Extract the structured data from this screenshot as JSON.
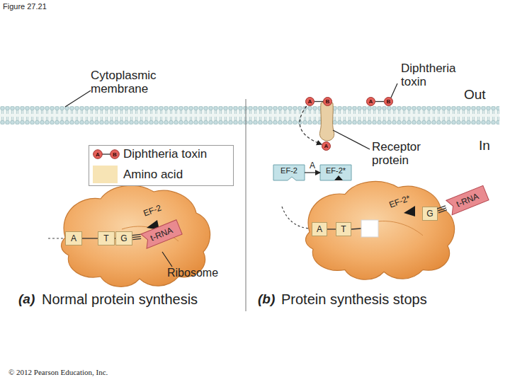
{
  "diagram": {
    "title": "Figure 27.21",
    "nodes": [
      {
        "text": [
          "A"
        ]
      },
      {
        "text": [
          "B"
        ]
      },
      {
        "text": [
          "A"
        ]
      },
      {
        "text": [
          "B"
        ]
      },
      {
        "text": [
          "A"
        ]
      },
      {
        "text": [
          "EF-2"
        ]
      },
      {
        "text": [
          "EF-2*"
        ]
      },
      {
        "text": [
          "A"
        ]
      },
      {
        "text": [
          "T"
        ]
      },
      {
        "text": [
          "G"
        ]
      },
      {
        "text": [
          "t-RNA"
        ]
      },
      {
        "text": [
          "A"
        ]
      },
      {
        "text": [
          "T"
        ]
      },
      {
        "text": [
          "G"
        ]
      },
      {
        "text": [
          "t-RNA"
        ]
      }
    ],
    "edges": [
      {
        "from": 0,
        "to": 1,
        "arrow": "none"
      },
      {
        "from": 2,
        "to": 3,
        "arrow": "none"
      },
      {
        "from": 0,
        "to": 4,
        "arrow": "to"
      },
      {
        "from": 5,
        "to": 6,
        "label": "A",
        "arrow": "to"
      },
      {
        "from": 7,
        "to": 8,
        "arrow": "none"
      },
      {
        "from": 8,
        "to": 9,
        "arrow": "none"
      },
      {
        "from": 9,
        "to": 10,
        "arrow": "none"
      },
      {
        "from": 11,
        "to": 12,
        "arrow": "none"
      },
      {
        "from": 13,
        "to": 14,
        "arrow": "none"
      }
    ],
    "labels": [
      "Cytoplasmic membrane",
      "Diphtheria toxin",
      "Out",
      "In",
      "Receptor protein",
      "A",
      "B",
      "EF-2",
      "EF-2*",
      "Ribosome",
      "(a)",
      "Normal protein synthesis",
      "(b)",
      "Protein synthesis stops",
      "© 2012 Pearson Education, Inc."
    ],
    "legend": [
      {
        "text": "Diphtheria toxin"
      },
      {
        "text": "Amino acid",
        "color": "#f7e4b5"
      }
    ]
  }
}
